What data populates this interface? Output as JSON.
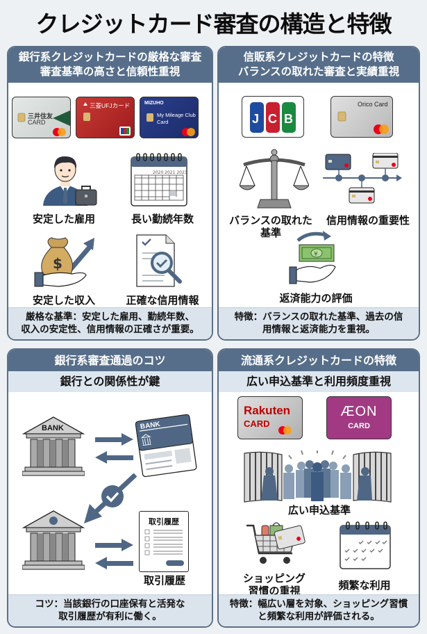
{
  "title": "クレジットカード審査の構造と特徴",
  "colors": {
    "background": "#eef1f4",
    "header": "#566e8a",
    "subheader": "#dde5ee",
    "footer": "#dbe3ec",
    "accent_blue": "#4f6784"
  },
  "panels": {
    "bank": {
      "header_line1": "銀行系クレジットカードの厳格な審査",
      "header_line2": "審査基準の高さと信頼性重視",
      "cards": [
        {
          "name": "三井住友 CARD",
          "line1": "三井住友",
          "line2": "CARD",
          "network": "mastercard"
        },
        {
          "name": "三菱UFJカード",
          "line1": "三菱UFJカード",
          "network": "JCB"
        },
        {
          "name": "MIZUHO My Mileage Club Card",
          "brand": "MIZUHO",
          "line1": "My Mileage Club",
          "line2": "Card",
          "network": "mastercard"
        }
      ],
      "items": [
        {
          "icon": "businessman-icon",
          "label": "安定した雇用"
        },
        {
          "icon": "calendar-icon",
          "label": "長い勤続年数",
          "years": "2020 2021 2023"
        },
        {
          "icon": "money-bag-icon",
          "label": "安定した収入"
        },
        {
          "icon": "document-check-icon",
          "label": "正確な信用情報"
        }
      ],
      "footer_line1": "厳格な基準：安定した雇用、勤続年数、",
      "footer_line2": "収入の安定性、信用情報の正確さが重要。"
    },
    "shinpan": {
      "header_line1": "信販系クレジットカードの特徴",
      "header_line2": "バランスの取れた審査と実績重視",
      "cards": [
        {
          "name": "JCB",
          "letters": [
            "J",
            "C",
            "B"
          ]
        },
        {
          "name": "Orico Card",
          "line1": "Orico Card",
          "network": "mastercard"
        }
      ],
      "items": [
        {
          "icon": "balance-scale-icon",
          "label_line1": "バランスの取れた",
          "label_line2": "基準"
        },
        {
          "icon": "credit-timeline-icon",
          "label": "信用情報の重要性"
        },
        {
          "icon": "repayment-hand-icon",
          "label": "返済能力の評価",
          "currency": "¥"
        }
      ],
      "footer_line1": "特徴：バランスの取れた基準、過去の信",
      "footer_line2": "用情報と返済能力を重視。"
    },
    "tips": {
      "header": "銀行系審査通過のコツ",
      "subheader": "銀行との関係性が鍵",
      "bank_label": "BANK",
      "passbook_label": "BANK",
      "history_doc_title": "取引履歴",
      "history_label": "取引履歴",
      "footer_line1": "コツ：当該銀行の口座保有と活発な",
      "footer_line2": "取引履歴が有利に働く。"
    },
    "retail": {
      "header": "流通系クレジットカードの特徴",
      "subheader": "広い申込基準と利用頻度重視",
      "cards": [
        {
          "name": "Rakuten CARD",
          "line1": "Rakuten",
          "line2": "CARD",
          "network": "mastercard"
        },
        {
          "name": "AEON CARD",
          "line1": "ÆON",
          "line2": "CARD"
        }
      ],
      "items": [
        {
          "icon": "open-gate-crowd-icon",
          "label": "広い申込基準"
        },
        {
          "icon": "shopping-cart-icon",
          "label_line1": "ショッピング",
          "label_line2": "習慣の重視"
        },
        {
          "icon": "calendar-checks-icon",
          "label": "頻繁な利用"
        }
      ],
      "footer_line1": "特徴：幅広い層を対象、ショッピング習慣",
      "footer_line2": "と頻繁な利用が評価される。"
    }
  }
}
